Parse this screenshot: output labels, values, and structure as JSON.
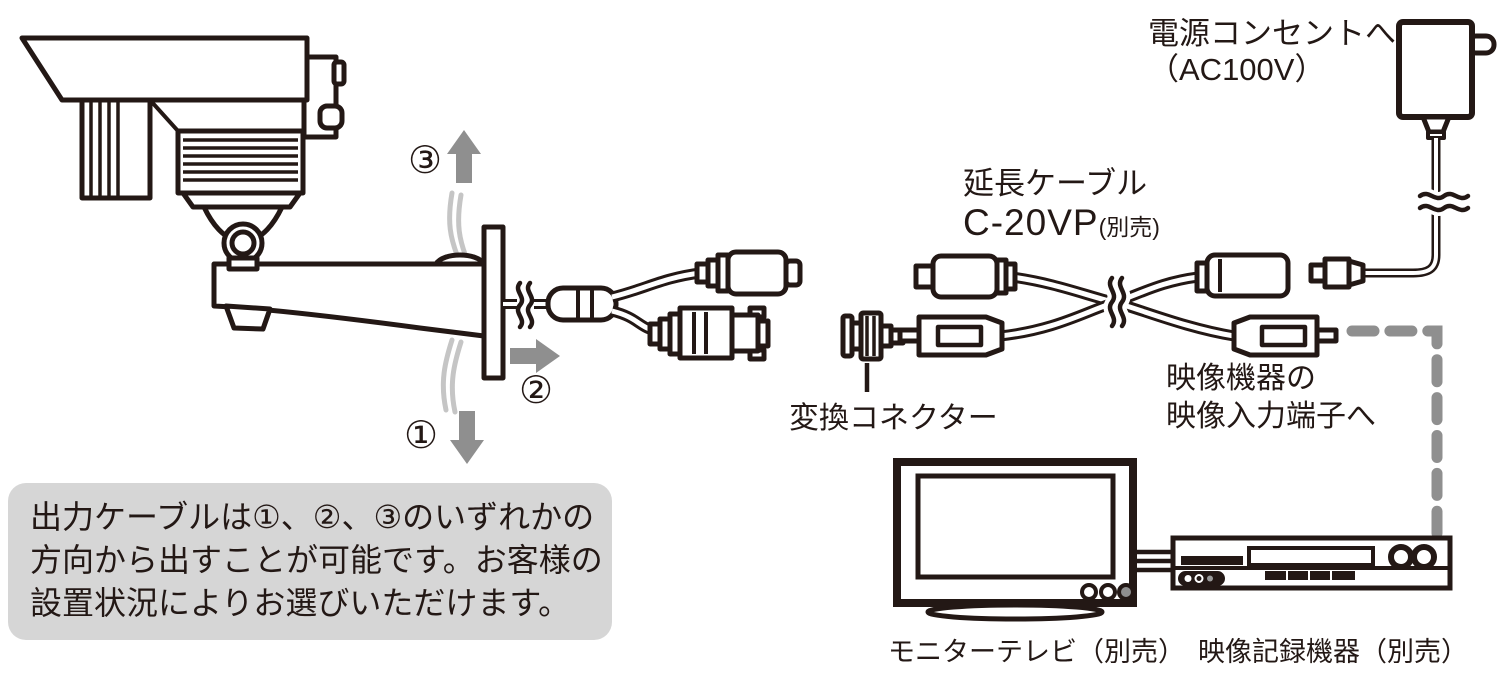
{
  "diagram": {
    "kind": "camera-installation-connection-diagram",
    "language": "ja"
  },
  "labels": {
    "power_outlet_line1": "電源コンセントへ",
    "power_outlet_line2": "（AC100V）",
    "extension_cable_name": "延長ケーブル",
    "extension_cable_model": "C-20VP",
    "extension_cable_note": "(別売)",
    "conversion_connector": "変換コネクター",
    "video_input_line1": "映像機器の",
    "video_input_line2": "映像入力端子へ",
    "monitor_tv": "モニターテレビ（別売）",
    "video_recorder": "映像記録機器（別売）"
  },
  "direction_markers": {
    "down": "①",
    "right": "②",
    "up": "③"
  },
  "note_box": {
    "line1": "出力ケーブルは①、②、③のいずれかの",
    "line2": "方向から出すことが可能です。お客様の",
    "line3": "設置状況によりお選びいただけます。"
  },
  "colors": {
    "line_art": "#231815",
    "arrow_gray": "#8f8f8f",
    "cable_light_gray": "#c5c5c5",
    "note_box_bg": "#d6d6d6"
  }
}
